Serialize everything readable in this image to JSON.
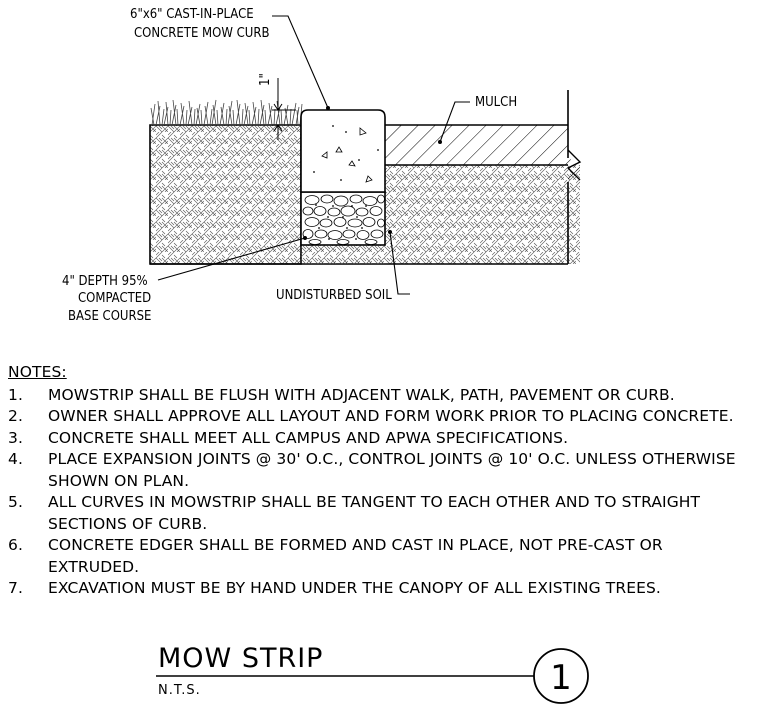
{
  "labels": {
    "mow_curb_line1": "6\"x6\" CAST-IN-PLACE",
    "mow_curb_line2": "CONCRETE MOW CURB",
    "dim_1in": "1\"",
    "mulch": "MULCH",
    "base_line1": "4\" DEPTH 95%",
    "base_line2": "COMPACTED",
    "base_line3": "BASE COURSE",
    "undisturbed": "UNDISTURBED SOIL"
  },
  "notes": {
    "header": "NOTES:",
    "items": [
      {
        "num": "1.",
        "text": "MOWSTRIP SHALL BE FLUSH WITH ADJACENT WALK, PATH, PAVEMENT OR CURB."
      },
      {
        "num": "2.",
        "text": "OWNER SHALL APPROVE ALL LAYOUT AND FORM WORK PRIOR TO PLACING CONCRETE."
      },
      {
        "num": "3.",
        "text": "CONCRETE SHALL MEET ALL CAMPUS AND APWA SPECIFICATIONS."
      },
      {
        "num": "4.",
        "text": "PLACE EXPANSION JOINTS @ 30' O.C., CONTROL JOINTS @ 10' O.C. UNLESS OTHERWISE SHOWN ON PLAN."
      },
      {
        "num": "5.",
        "text": "ALL CURVES IN MOWSTRIP SHALL BE TANGENT TO EACH OTHER AND TO STRAIGHT SECTIONS OF CURB."
      },
      {
        "num": "6.",
        "text": "CONCRETE EDGER SHALL BE FORMED AND CAST IN PLACE, NOT PRE-CAST OR EXTRUDED."
      },
      {
        "num": "7.",
        "text": "EXCAVATION MUST BE BY HAND UNDER THE CANOPY OF ALL EXISTING TREES."
      }
    ]
  },
  "title_block": {
    "title": "MOW STRIP",
    "scale": "N.T.S.",
    "detail_number": "1"
  }
}
